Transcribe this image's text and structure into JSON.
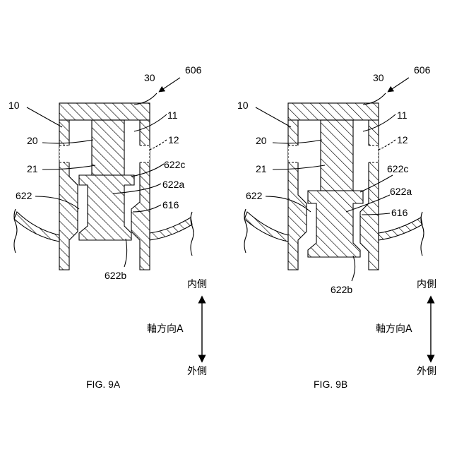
{
  "figures": [
    {
      "caption": "FIG. 9A",
      "labels": {
        "l606": "606",
        "l30": "30",
        "l10": "10",
        "l11": "11",
        "l20": "20",
        "l12": "12",
        "l21": "21",
        "l622c": "622c",
        "l622a": "622a",
        "l622": "622",
        "l616": "616",
        "l622b": "622b"
      },
      "direction": {
        "inner": "内側",
        "axis": "軸方向A",
        "outer": "外側"
      }
    },
    {
      "caption": "FIG. 9B",
      "labels": {
        "l606": "606",
        "l30": "30",
        "l10": "10",
        "l11": "11",
        "l20": "20",
        "l12": "12",
        "l21": "21",
        "l622c": "622c",
        "l622a": "622a",
        "l622": "622",
        "l616": "616",
        "l622b": "622b"
      },
      "direction": {
        "inner": "内側",
        "axis": "軸方向A",
        "outer": "外側"
      }
    }
  ]
}
